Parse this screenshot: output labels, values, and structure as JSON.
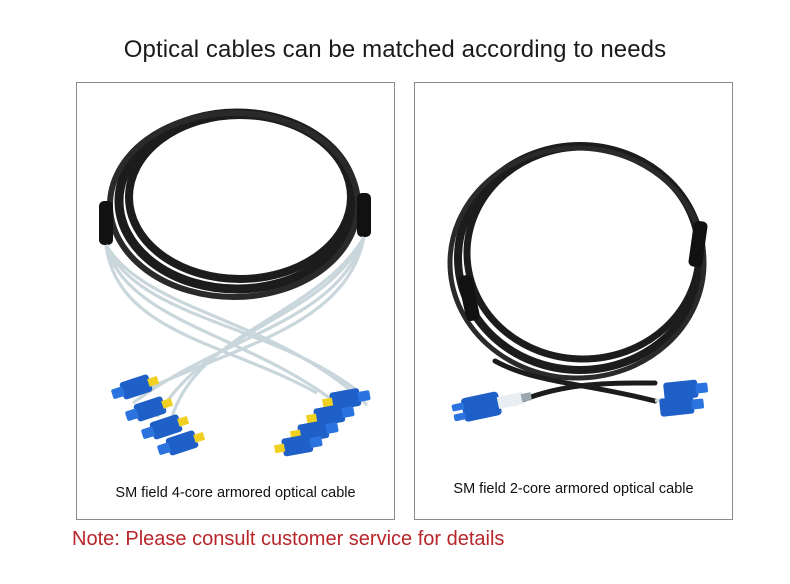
{
  "title": "Optical cables can be matched according to needs",
  "panels": [
    {
      "caption": "SM field 4-core armored optical cable",
      "icon": "four-core-cable-illustration"
    },
    {
      "caption": "SM field 2-core armored optical cable",
      "icon": "two-core-cable-illustration"
    }
  ],
  "note": "Note: Please consult customer service for details",
  "colors": {
    "note": "#b8262b",
    "cable": "#1c1c1c",
    "connector": "#1f5fc8",
    "sleeve": "#f0d020",
    "fiber": "#c9d6dc"
  }
}
